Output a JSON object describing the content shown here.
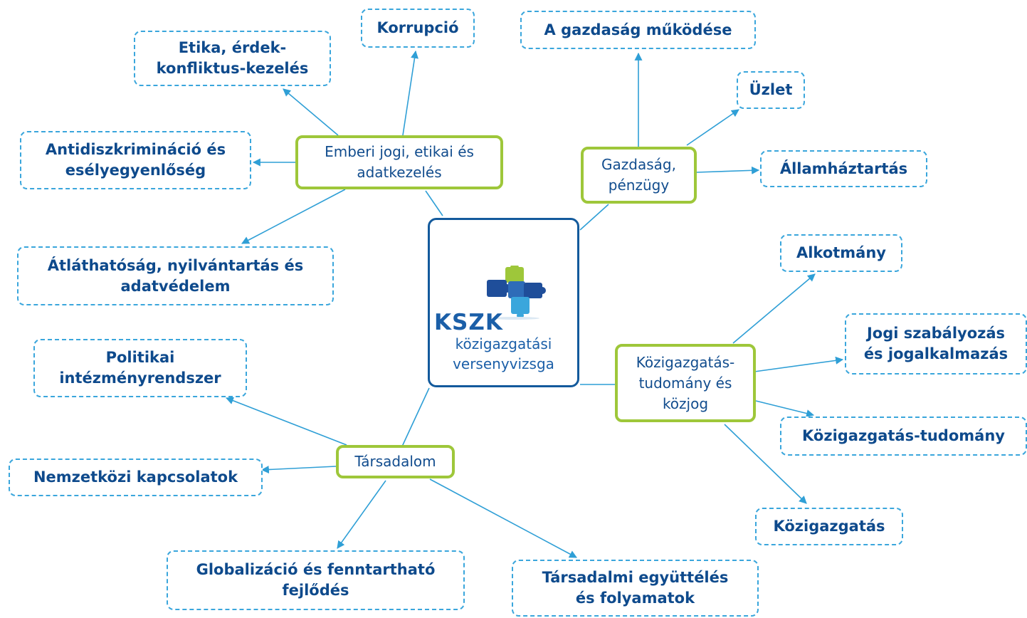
{
  "center": {
    "brand": "KSZK",
    "subtitle": "közigazgatási\nversenyvizsga",
    "logo_icon": "puzzle-pieces-icon"
  },
  "topics": {
    "human_rights": "Emberi jogi, etikai és\nadatkezelés",
    "economy": "Gazdaság,\npénzügy",
    "public_admin": "Közigazgatás-\ntudomány és\nközjog",
    "society": "Társadalom"
  },
  "leaves": {
    "korrupcio": "Korrupció",
    "etika": "Etika, érdek-\nkonfliktus-kezelés",
    "antidiszkriminacio": "Antidiszkrimináció és\nesélyegyenlőség",
    "atlathatosag": "Átláthatóság, nyilvántartás és\nadatvédelem",
    "gazdasag_mukodese": "A gazdaság működése",
    "uzlet": "Üzlet",
    "allamhaztartas": "Államháztartás",
    "alkotmany": "Alkotmány",
    "jogi_szabalyozas": "Jogi szabályozás\nés jogalkalmazás",
    "kozigazgatas_tudomany": "Közigazgatás-tudomány",
    "kozigazgatas": "Közigazgatás",
    "politikai": "Politikai\nintézményrendszer",
    "nemzetkozi": "Nemzetközi kapcsolatok",
    "globalizacio": "Globalizáció és fenntartható\nfejlődés",
    "tarsadalmi": "Társadalmi együttélés\nés folyamatok"
  },
  "colors": {
    "leaf_border": "#3aa6dc",
    "leaf_text": "#0e4a8c",
    "topic_border": "#9ec73a",
    "center_border": "#135a9c",
    "connector": "#2f9fd6"
  }
}
